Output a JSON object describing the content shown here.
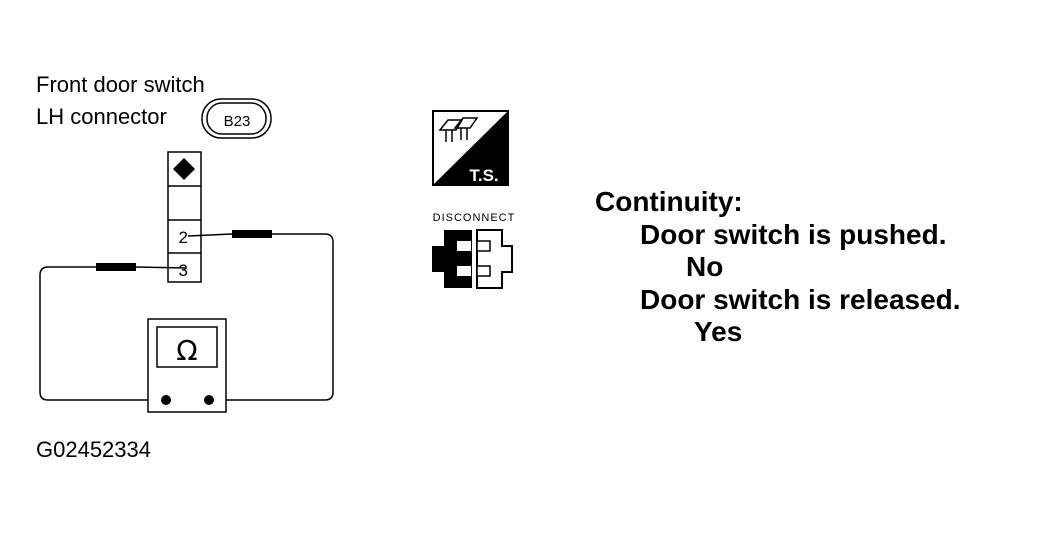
{
  "connector": {
    "title_line1": "Front door switch",
    "title_line2": "LH connector",
    "badge": "B23",
    "terminals": [
      "2",
      "3"
    ]
  },
  "meter": {
    "symbol": "Ω"
  },
  "icons": {
    "ts_label": "T.S.",
    "disconnect_label": "DISCONNECT"
  },
  "figure_id": "G02452334",
  "continuity": {
    "heading": "Continuity:",
    "rows": [
      {
        "condition": "Door switch is pushed.",
        "result": "No"
      },
      {
        "condition": "Door switch is released.",
        "result": "Yes"
      }
    ]
  }
}
